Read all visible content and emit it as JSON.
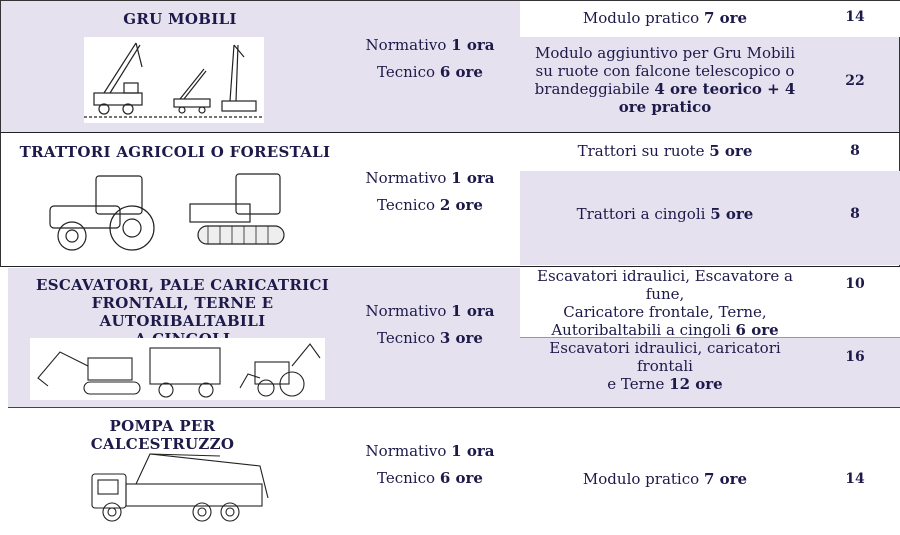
{
  "sections": [
    {
      "title": "GRU MOBILI",
      "normativo": {
        "label": "Normativo",
        "value": "1 ora"
      },
      "tecnico": {
        "label": "Tecnico",
        "value": "6 ore"
      },
      "modules": [
        {
          "text": "Modulo pratico",
          "bold": "7 ore",
          "hours": "14"
        },
        {
          "text": "Modulo aggiuntivo per Gru Mobili su ruote con falcone telescopico o brandeggiabile",
          "bold": "4 ore teorico + 4 ore pratico",
          "hours": "22"
        }
      ]
    },
    {
      "title": "TRATTORI AGRICOLI O FORESTALI",
      "normativo": {
        "label": "Normativo",
        "value": "1 ora"
      },
      "tecnico": {
        "label": "Tecnico",
        "value": "2 ore"
      },
      "modules": [
        {
          "text": "Trattori su ruote",
          "bold": "5 ore",
          "hours": "8"
        },
        {
          "text": "Trattori a cingoli",
          "bold": "5 ore",
          "hours": "8"
        }
      ]
    },
    {
      "title_lines": [
        "ESCAVATORI, PALE CARICATRICI",
        "FRONTALI, TERNE E AUTORIBALTABILI",
        "A CINGOLI"
      ],
      "normativo": {
        "label": "Normativo",
        "value": "1 ora"
      },
      "tecnico": {
        "label": "Tecnico",
        "value": "3 ore"
      },
      "modules": [
        {
          "lines": [
            "Escavatori idraulici, Escavatore a fune,",
            "Caricatore frontale, Terne,",
            "Autoribaltabili a cingoli"
          ],
          "bold": "6 ore",
          "hours": "10"
        },
        {
          "lines": [
            "Escavatori idraulici, caricatori frontali",
            "e Terne"
          ],
          "bold": "12 ore",
          "hours": "16"
        }
      ]
    },
    {
      "title": "POMPA PER CALCESTRUZZO",
      "normativo": {
        "label": "Normativo",
        "value": "1 ora"
      },
      "tecnico": {
        "label": "Tecnico",
        "value": "6 ore"
      },
      "modules": [
        {
          "text": "Modulo pratico",
          "bold": "7 ore",
          "hours": "14"
        }
      ]
    }
  ],
  "colors": {
    "lavender": "#e6e1ef",
    "lavender_dark": "#ddd6e8",
    "text": "#1d1a4a",
    "border": "#222222"
  }
}
